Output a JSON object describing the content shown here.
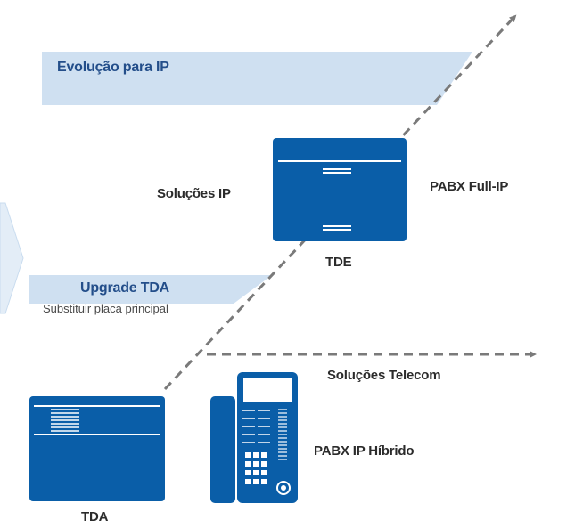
{
  "colors": {
    "primary": "#0a5ea8",
    "banner": "#cfe0f1",
    "dashed": "#7a7a7a",
    "label_blue": "#234e8a",
    "label_dark": "#2b2b2b",
    "sub_text": "#4a4a4a"
  },
  "banners": {
    "evolution_title": "Evolução para IP",
    "upgrade_title": "Upgrade TDA",
    "upgrade_subtitle": "Substituir placa principal"
  },
  "nodes": {
    "tde_name": "TDE",
    "tda_name": "TDA",
    "ip_solutions": "Soluções IP",
    "full_ip": "PABX Full-IP",
    "telecom_solutions": "Soluções Telecom",
    "hybrid": "PABX IP Híbrido"
  },
  "icons": {
    "tde": "pbx-cabinet-icon",
    "tda": "pbx-cabinet-icon",
    "phone": "desk-phone-icon",
    "chevron": "chevron-right-icon"
  }
}
